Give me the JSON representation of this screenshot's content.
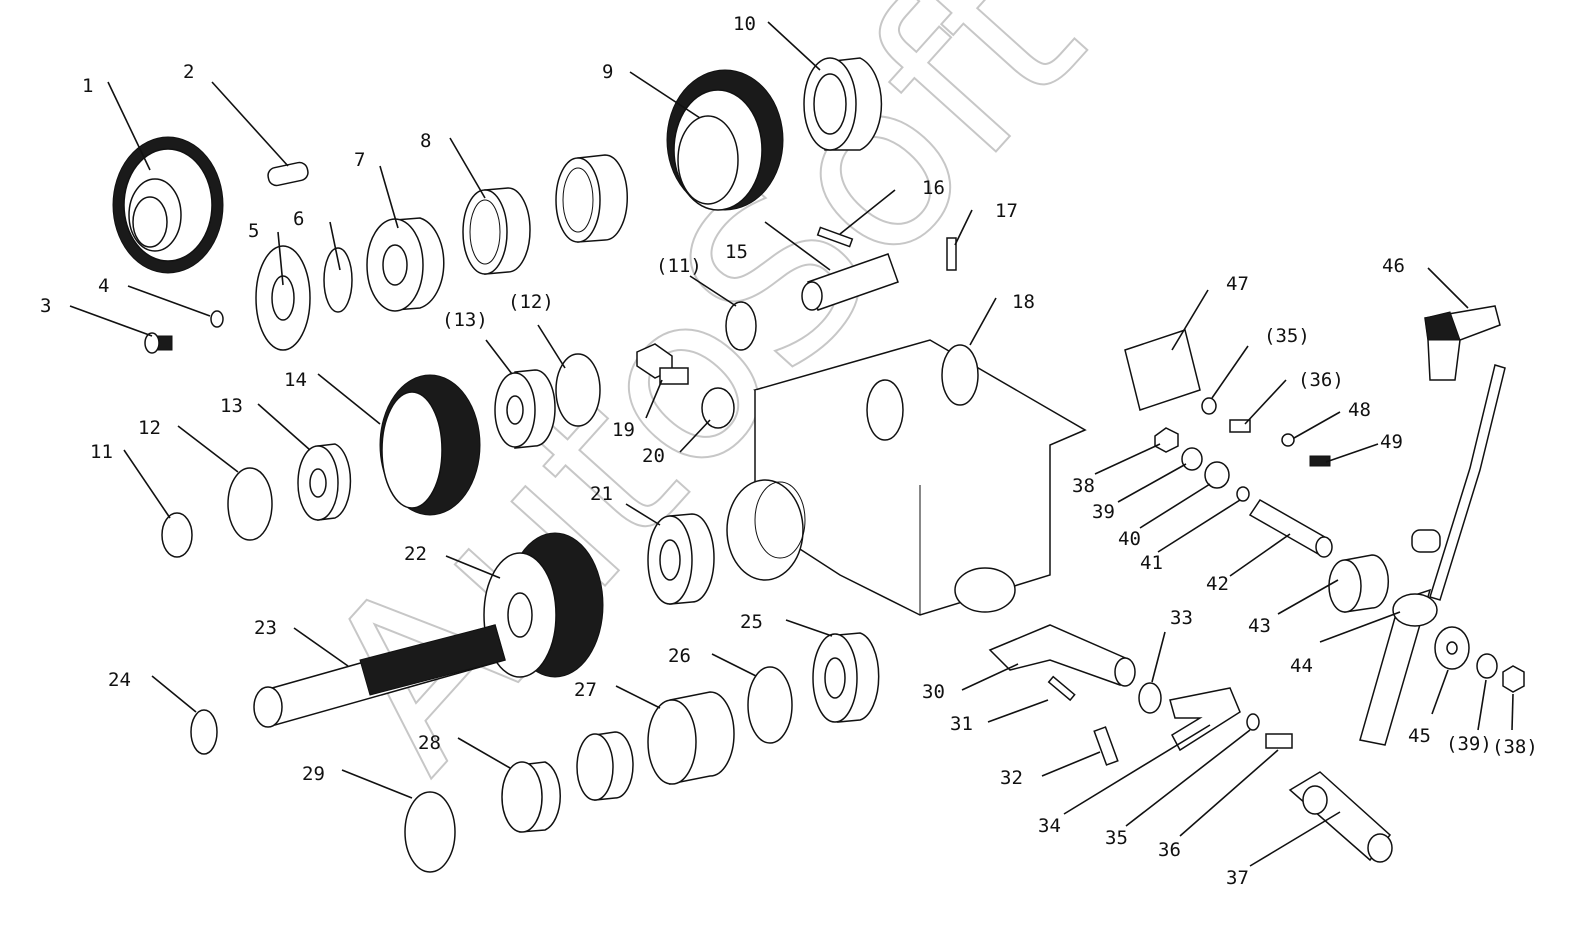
{
  "watermark": "AutoSoft",
  "callouts": [
    {
      "id": "c1",
      "text": "1"
    },
    {
      "id": "c2",
      "text": "2"
    },
    {
      "id": "c3",
      "text": "3"
    },
    {
      "id": "c4",
      "text": "4"
    },
    {
      "id": "c5",
      "text": "5"
    },
    {
      "id": "c6",
      "text": "6"
    },
    {
      "id": "c7",
      "text": "7"
    },
    {
      "id": "c8",
      "text": "8"
    },
    {
      "id": "c9",
      "text": "9"
    },
    {
      "id": "c10",
      "text": "10"
    },
    {
      "id": "c11",
      "text": "11"
    },
    {
      "id": "c11p",
      "text": "(11)"
    },
    {
      "id": "c12",
      "text": "12"
    },
    {
      "id": "c12p",
      "text": "(12)"
    },
    {
      "id": "c13",
      "text": "13"
    },
    {
      "id": "c13p",
      "text": "(13)"
    },
    {
      "id": "c14",
      "text": "14"
    },
    {
      "id": "c15",
      "text": "15"
    },
    {
      "id": "c16",
      "text": "16"
    },
    {
      "id": "c17",
      "text": "17"
    },
    {
      "id": "c18",
      "text": "18"
    },
    {
      "id": "c19",
      "text": "19"
    },
    {
      "id": "c20",
      "text": "20"
    },
    {
      "id": "c21",
      "text": "21"
    },
    {
      "id": "c22",
      "text": "22"
    },
    {
      "id": "c23",
      "text": "23"
    },
    {
      "id": "c24",
      "text": "24"
    },
    {
      "id": "c25",
      "text": "25"
    },
    {
      "id": "c26",
      "text": "26"
    },
    {
      "id": "c27",
      "text": "27"
    },
    {
      "id": "c28",
      "text": "28"
    },
    {
      "id": "c29",
      "text": "29"
    },
    {
      "id": "c30",
      "text": "30"
    },
    {
      "id": "c31",
      "text": "31"
    },
    {
      "id": "c32",
      "text": "32"
    },
    {
      "id": "c33",
      "text": "33"
    },
    {
      "id": "c34",
      "text": "34"
    },
    {
      "id": "c35",
      "text": "35"
    },
    {
      "id": "c35p",
      "text": "(35)"
    },
    {
      "id": "c36",
      "text": "36"
    },
    {
      "id": "c36p",
      "text": "(36)"
    },
    {
      "id": "c37",
      "text": "37"
    },
    {
      "id": "c38",
      "text": "38"
    },
    {
      "id": "c38p",
      "text": "(38)"
    },
    {
      "id": "c39",
      "text": "39"
    },
    {
      "id": "c39p",
      "text": "(39)"
    },
    {
      "id": "c40",
      "text": "40"
    },
    {
      "id": "c41",
      "text": "41"
    },
    {
      "id": "c42",
      "text": "42"
    },
    {
      "id": "c43",
      "text": "43"
    },
    {
      "id": "c44",
      "text": "44"
    },
    {
      "id": "c45",
      "text": "45"
    },
    {
      "id": "c46",
      "text": "46"
    },
    {
      "id": "c47",
      "text": "47"
    },
    {
      "id": "c48",
      "text": "48"
    },
    {
      "id": "c49",
      "text": "49"
    }
  ]
}
